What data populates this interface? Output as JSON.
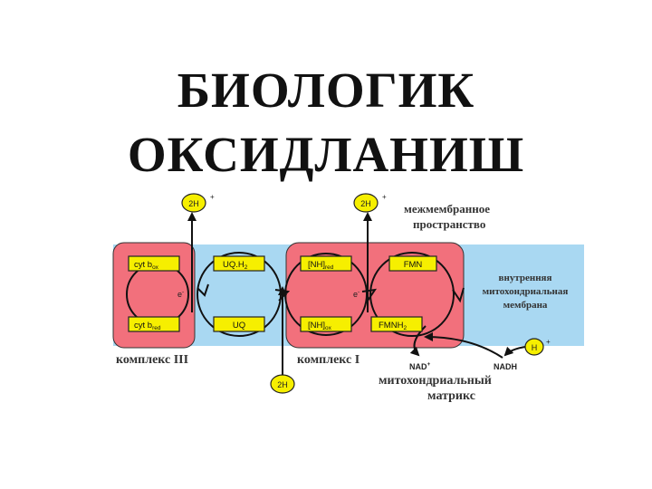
{
  "title": {
    "line1": "БИОЛОГИК",
    "line2": "ОКСИДЛАНИШ"
  },
  "diagram": {
    "colors": {
      "membrane": "#a9d8f2",
      "complex": "#f2707c",
      "box": "#f6ef00"
    },
    "proton_top_left": "2H",
    "proton_top_right": "2H",
    "proton_bottom": "2H",
    "proton_matrix": "H",
    "plus": "+",
    "boxes": {
      "cyt_b_ox": {
        "main": "cyt b",
        "sub": "ox"
      },
      "cyt_b_red": {
        "main": "cyt b",
        "sub": "red"
      },
      "uqh2": "UQ.H",
      "uqh2_sub": "2",
      "uq": "UQ",
      "nh_red": {
        "main": "[NH]",
        "sub": "red"
      },
      "nh_ox": {
        "main": "[NH]",
        "sub": "ox"
      },
      "fmn": "FMN",
      "fmnh2": "FMNH",
      "fmnh2_sub": "2"
    },
    "electron_left": "e",
    "electron_right": "e",
    "electron_sup": "-",
    "labels": {
      "intermembrane_1": "межмембранное",
      "intermembrane_2": "пространство",
      "inner_1": "внутренняя",
      "inner_2": "митохондриальная",
      "inner_3": "мембрана",
      "complex_3": "комплекс III",
      "complex_1": "комплекс I",
      "matrix_1": "митохондриальный",
      "matrix_2": "матрикс",
      "nad": "NAD",
      "nadh": "NADH"
    }
  }
}
